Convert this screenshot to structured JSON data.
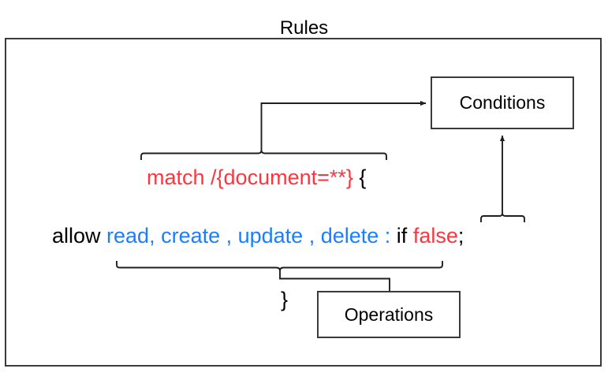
{
  "diagram": {
    "title": "Rules",
    "type": "annotated-code-diagram",
    "frame_label": "Rules",
    "colors": {
      "red": "#fb3640",
      "blue": "#1a7fff",
      "black": "#000000",
      "stroke": "#3a3a3a",
      "background": "#ffffff"
    }
  },
  "boxes": [
    {
      "id": "conditions",
      "label": "Conditions"
    },
    {
      "id": "operations",
      "label": "Operations"
    }
  ],
  "code": {
    "match_line": {
      "tokens": [
        {
          "text": "match /{document=**}",
          "color": "red"
        },
        {
          "text": " {",
          "color": "black"
        }
      ],
      "plain": "match /{document=**} {"
    },
    "allow_line": {
      "tokens": [
        {
          "text": "allow ",
          "color": "black"
        },
        {
          "text": "read, create , update , delete ",
          "color": "blue"
        },
        {
          "text": ": ",
          "color": "blue"
        },
        {
          "text": "if ",
          "color": "black"
        },
        {
          "text": "false",
          "color": "red"
        },
        {
          "text": ";",
          "color": "black"
        }
      ],
      "plain": "allow read, create , update , delete : if false;"
    },
    "closing_brace": "}"
  },
  "annotations": [
    {
      "id": "match-to-conditions",
      "source_text": "match /{document=**}",
      "target_box": "Conditions",
      "kind": "brace-above-with-arrow"
    },
    {
      "id": "false-to-conditions",
      "source_text": "false",
      "target_box": "Conditions",
      "kind": "brace-above-with-arrow"
    },
    {
      "id": "operations-to-operations-box",
      "source_text": "read, create , update , delete",
      "target_box": "Operations",
      "kind": "brace-below-with-arrow"
    }
  ]
}
